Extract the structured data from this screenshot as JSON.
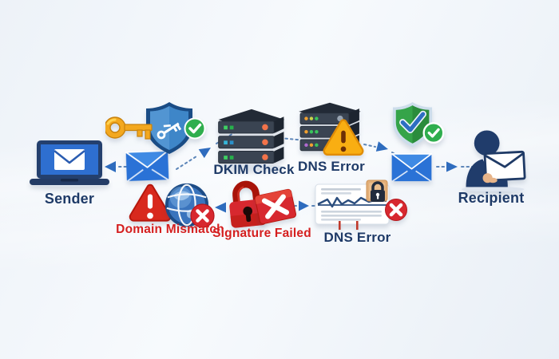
{
  "scene": {
    "background_top": "#f5f8fc",
    "background_bottom": "#e7edf4"
  },
  "labels": {
    "sender": "Sender",
    "recipient": "Recipient",
    "dkim_check": "DKIM Check",
    "dns_error_top": "DNS Error",
    "domain_mismatch": "Domain Mismatch",
    "signature_failed": "Signature Failed",
    "dns_error_bottom": "DNS Error"
  },
  "colors": {
    "label_navy": "#1e3a67",
    "label_red": "#d51f1f",
    "envelope_blue": "#2a72d6",
    "connector_blue": "#4d7ab2",
    "arrow_blue": "#2e6cbe",
    "success_green": "#2fae4e",
    "error_red": "#d7282f",
    "warning_yellow": "#f9ae12",
    "key_gold": "#f3a81f",
    "server_slate": "#3a4452",
    "shield_blue": "#3e86c8",
    "shield_green": "#35a449",
    "person_navy": "#203c6b"
  },
  "icons": {
    "sender_device": "laptop-envelope-icon",
    "outgoing_mail": "envelope-icon",
    "dkim_signing": [
      "gold-key-icon",
      "blue-shield-icon",
      "green-check-icon"
    ],
    "dkim_server": "server-stack-icon",
    "dns_server": [
      "server-stack-icon",
      "warning-triangle-icon"
    ],
    "verified": [
      "green-shield-icon",
      "green-check-icon",
      "blue-checkmark"
    ],
    "delivered_mail": "envelope-icon",
    "recipient_person": "person-envelope-icon",
    "domain_mismatch": [
      "red-warning-triangle-icon",
      "globe-icon",
      "error-cross-icon"
    ],
    "signature_failed": [
      "broken-padlock-icon",
      "rejected-card-icon"
    ],
    "dns_error_page": [
      "browser-window-icon",
      "padlock-badge-icon",
      "error-cross-icon"
    ]
  }
}
